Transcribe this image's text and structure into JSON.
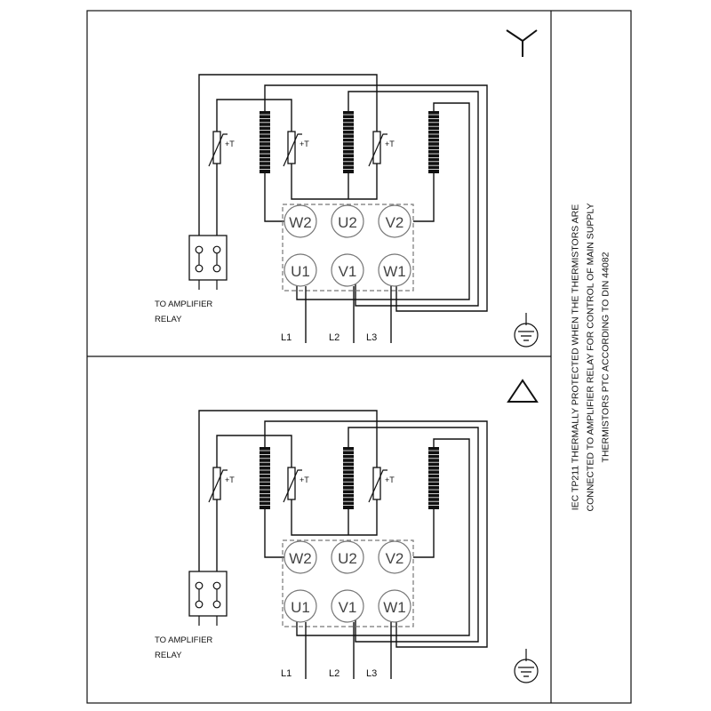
{
  "diagrams": [
    {
      "connection_symbol": "star-symbol",
      "terminals_top": [
        "W2",
        "U2",
        "V2"
      ],
      "terminals_bottom": [
        "U1",
        "V1",
        "W1"
      ],
      "thermistor_label": "+T",
      "relay_label": [
        "TO AMPLIFIER",
        "RELAY"
      ],
      "supply_lines": [
        "L1",
        "L2",
        "L3"
      ]
    },
    {
      "connection_symbol": "delta-symbol",
      "terminals_top": [
        "W2",
        "U2",
        "V2"
      ],
      "terminals_bottom": [
        "U1",
        "V1",
        "W1"
      ],
      "thermistor_label": "+T",
      "relay_label": [
        "TO AMPLIFIER",
        "RELAY"
      ],
      "supply_lines": [
        "L1",
        "L2",
        "L3"
      ]
    }
  ],
  "note_lines": [
    "IEC TP211 THERMALLY PROTECTED WHEN THE THERMISTORS ARE",
    "CONNECTED TO AMPLIFIER RELAY FOR CONTROL OF MAIN SUPPLY",
    "THERMISTORS PTC ACCORDING TO DIN 44082"
  ],
  "colors": {
    "line": "#111111",
    "dash": "#777777",
    "background": "#ffffff"
  }
}
